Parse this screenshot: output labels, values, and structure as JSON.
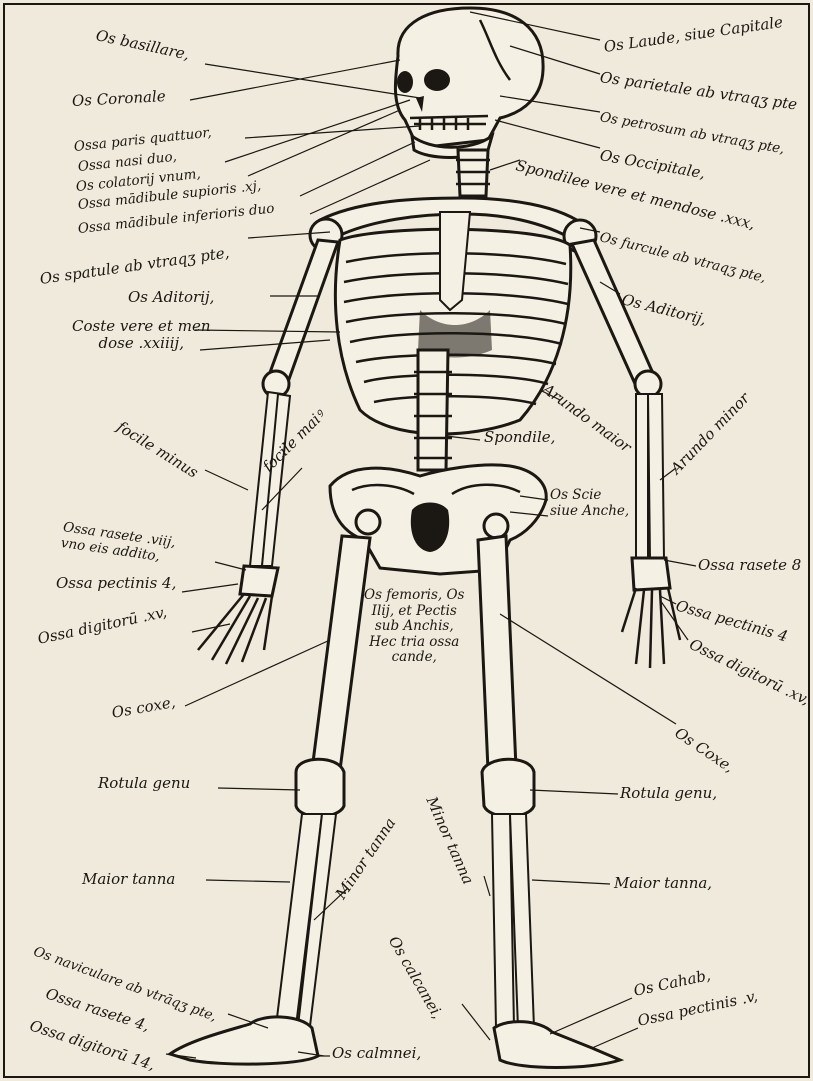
{
  "labels": {
    "basillare": "Os basillare,",
    "coronale": "Os Coronale",
    "paris_quattuor": "Ossa paris quattuor,",
    "nasi_duo": "Ossa nasi duo,",
    "colatorii": "Os colatorij vnum,",
    "mandibule_sup": "Ossa mādibule supioris .xj,",
    "mandibule_inf": "Ossa mādibule inferioris duo",
    "spatule": "Os spatule ab vtraqʒ pte,",
    "aditorij_left": "Os Aditorij,",
    "coste": "Coste vere et men\ndose .xxiiij,",
    "focile_minus": "focile minus",
    "focile_maius": "focile maiꝰ",
    "rasete_left": "Ossa rasete .viij,\nvno eis addito,",
    "pectinis_left": "Ossa pectinis 4,",
    "digitorum_left": "Ossa digitorū .xv,",
    "coxe_left": "Os coxe,",
    "rotula_left": "Rotula genu",
    "maior_tanna_left": "Maior tanna",
    "minor_tanna_left": "Minor tanna",
    "naviculare": "Os naviculare ab vtrāqʒ pte,",
    "rasete_foot": "Ossa rasete 4,",
    "digitorum_foot": "Ossa digitorū 14,",
    "laude": "Os Laude, siue Capitale",
    "parietale": "Os parietale ab vtraqʒ pte",
    "petrosum": "Os petrosum ab vtraqʒ pte,",
    "occipitale": "Os Occipitale,",
    "spondilee": "Spondilee vere et mendose .xxx,",
    "furcule": "Os furcule ab vtraqʒ pte,",
    "aditorij_right": "Os Aditorij,",
    "arundo_maior": "Arundo maior",
    "arundo_minor": "Arundo minor",
    "spondile": "Spondile,",
    "scie": "Os Scie\nsiue Anche,",
    "rasete_right": "Ossa rasete 8",
    "pectinis_right": "Ossa pectinis 4",
    "digitorum_right": "Ossa digitorū .xv,",
    "femoris": "Os femoris, Os\nIlij, et Pectis\nsub Anchis,\nHec tria ossa\ncande,",
    "coxe_right": "Os Coxe,",
    "rotula_right": "Rotula genu,",
    "minor_tanna_right": "Minor tanna",
    "maior_tanna_right": "Maior tanna,",
    "calcanei": "Os calcanei,",
    "cahab": "Os Cahab,",
    "pectinis_foot": "Ossa pectinis .v,",
    "calmnei": "Os calmnei,"
  }
}
